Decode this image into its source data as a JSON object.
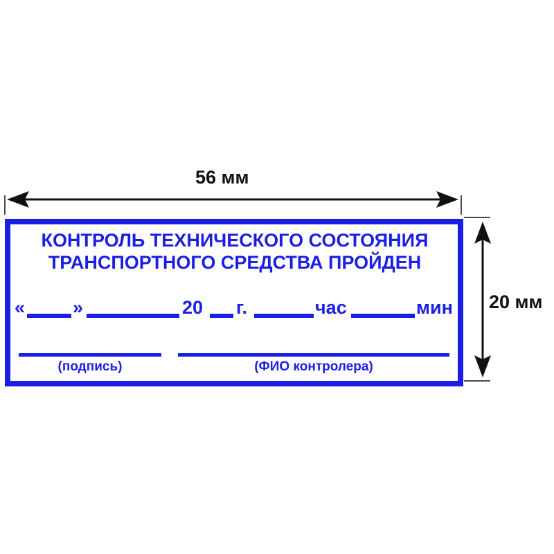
{
  "dimensions": {
    "width_label": "56 мм",
    "height_label": "20 мм"
  },
  "stamp": {
    "color": "#1a1ee6",
    "title_line1": "КОНТРОЛЬ ТЕХНИЧЕСКОГО СОСТОЯНИЯ",
    "title_line2": "ТРАНСПОРТНОГО СРЕДСТВА ПРОЙДЕН",
    "date_row": {
      "open_quote": "«",
      "close_quote": "»",
      "year_prefix": "20",
      "year_suffix": "г.",
      "hours": "час",
      "minutes": "мин"
    },
    "signature_caption": "(подпись)",
    "name_caption": "(ФИО контролера)"
  }
}
